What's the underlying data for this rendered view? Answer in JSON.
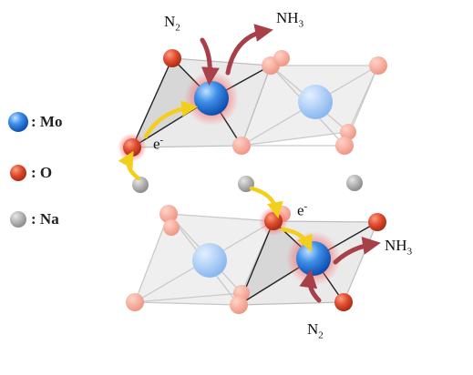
{
  "legend": [
    {
      "label": ": Mo",
      "color": "#2f7fe0",
      "icon": "mo-atom-icon"
    },
    {
      "label": ": O",
      "color": "#de4a2c",
      "icon": "o-atom-icon"
    },
    {
      "label": ": Na",
      "color": "#9a9a9a",
      "icon": "na-atom-icon"
    }
  ],
  "labels": {
    "n2_top": {
      "base": "N",
      "sub": "2"
    },
    "nh3_top": {
      "base": "NH",
      "sub": "3"
    },
    "e_top": {
      "base": "e",
      "sup": "-"
    },
    "e_bottom": {
      "base": "e",
      "sup": "-"
    },
    "nh3_bottom": {
      "base": "NH",
      "sub": "3"
    },
    "n2_bottom": {
      "base": "N",
      "sub": "2"
    }
  },
  "colors": {
    "mo": "#2f7fe0",
    "mo_faded": "#9fc6f5",
    "o": "#de4a2c",
    "o_faded": "#f3a89a",
    "na": "#9a9a9a",
    "arrow_red": "#a8404a",
    "arrow_yellow": "#f2cf1d"
  }
}
